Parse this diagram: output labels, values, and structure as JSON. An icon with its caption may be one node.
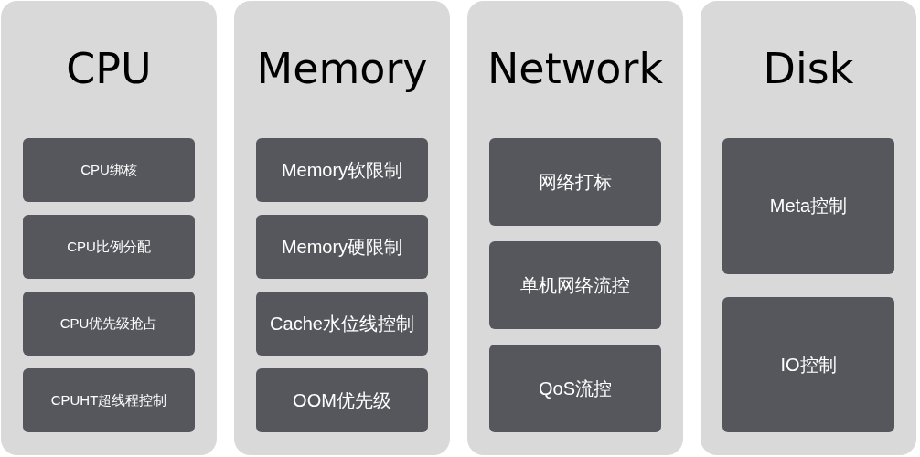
{
  "diagram": {
    "nodes": [
      {
        "text": [
          "CPU"
        ]
      },
      {
        "text": [
          "CPU绑核"
        ],
        "in": 0
      },
      {
        "text": [
          "CPU比例分配"
        ],
        "in": 0
      },
      {
        "text": [
          "CPU优先级抢占"
        ],
        "in": 0
      },
      {
        "text": [
          "CPUHT超线程控制"
        ],
        "in": 0
      },
      {
        "text": [
          "Memory"
        ]
      },
      {
        "text": [
          "Memory软限制"
        ],
        "in": 5
      },
      {
        "text": [
          "Memory硬限制"
        ],
        "in": 5
      },
      {
        "text": [
          "Cache水位线控制"
        ],
        "in": 5
      },
      {
        "text": [
          "OOM优先级"
        ],
        "in": 5
      },
      {
        "text": [
          "Network"
        ]
      },
      {
        "text": [
          "网络打标"
        ],
        "in": 10
      },
      {
        "text": [
          "单机网络流控"
        ],
        "in": 10
      },
      {
        "text": [
          "QoS流控"
        ],
        "in": 10
      },
      {
        "text": [
          "Disk"
        ]
      },
      {
        "text": [
          "Meta控制"
        ],
        "in": 14
      },
      {
        "text": [
          "IO控制"
        ],
        "in": 14
      }
    ]
  }
}
